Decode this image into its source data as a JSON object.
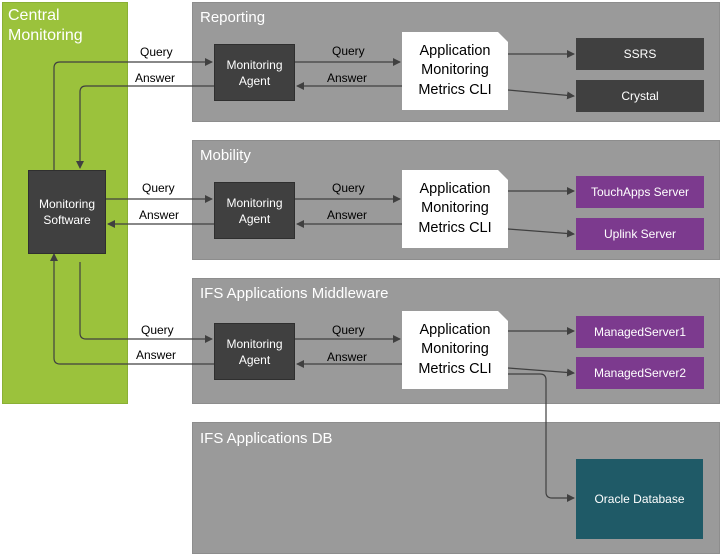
{
  "central": {
    "title": "Central\nMonitoring"
  },
  "software": {
    "label": "Monitoring\nSoftware"
  },
  "sections": [
    {
      "title": "Reporting",
      "agent": "Monitoring\nAgent",
      "cli": "Application\nMonitoring\nMetrics CLI",
      "query": "Query",
      "answer": "Answer",
      "outer_query": "Query",
      "outer_answer": "Answer",
      "targets": [
        "SSRS",
        "Crystal"
      ]
    },
    {
      "title": "Mobility",
      "agent": "Monitoring\nAgent",
      "cli": "Application\nMonitoring\nMetrics CLI",
      "query": "Query",
      "answer": "Answer",
      "outer_query": "Query",
      "outer_answer": "Answer",
      "targets": [
        "TouchApps Server",
        "Uplink Server"
      ]
    },
    {
      "title": "IFS Applications Middleware",
      "agent": "Monitoring\nAgent",
      "cli": "Application\nMonitoring\nMetrics CLI",
      "query": "Query",
      "answer": "Answer",
      "outer_query": "Query",
      "outer_answer": "Answer",
      "targets": [
        "ManagedServer1",
        "ManagedServer2"
      ]
    },
    {
      "title": "IFS Applications DB",
      "targets": [
        "Oracle Database"
      ]
    }
  ],
  "colors": {
    "central": "#9BC23C",
    "panel": "#9A9A9A",
    "dark_box": "#404040",
    "purple_box": "#7C3A8E",
    "teal_box": "#1F5A67",
    "connector": "#404040"
  }
}
